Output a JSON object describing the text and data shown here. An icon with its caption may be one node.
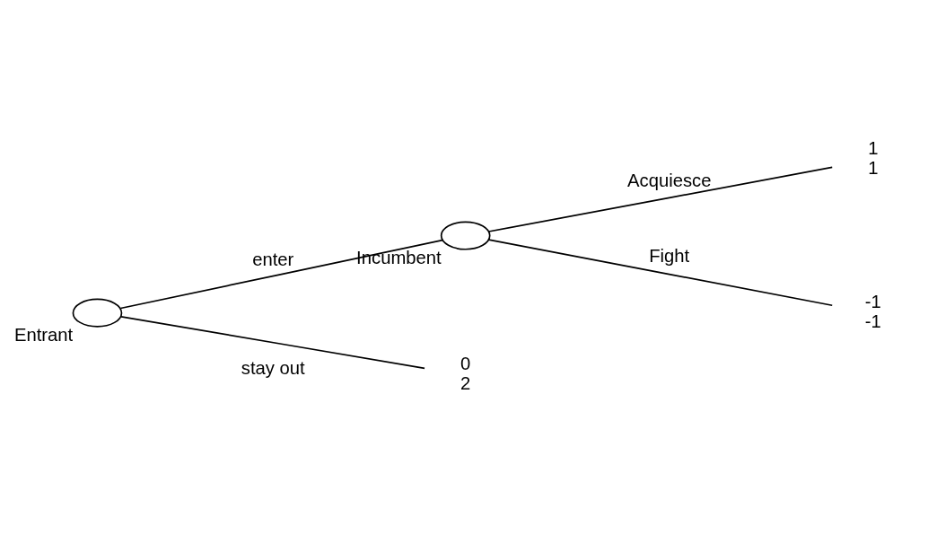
{
  "diagram": {
    "nodes": [
      {
        "text": [],
        "shape": "circle",
        "beside": [
          "Entrant"
        ]
      },
      {
        "text": [],
        "shape": "circle",
        "beside": [
          "Incumbent"
        ]
      },
      {
        "text": [
          "1",
          "1"
        ]
      },
      {
        "text": [
          "-1",
          "-1"
        ]
      },
      {
        "text": [
          "0",
          "2"
        ]
      }
    ],
    "edges": [
      {
        "from": 0,
        "to": 1,
        "arrow": "none",
        "label": "enter"
      },
      {
        "from": 1,
        "to": 2,
        "arrow": "none",
        "label": "Acquiesce"
      },
      {
        "from": 1,
        "to": 3,
        "arrow": "none",
        "label": "Fight"
      },
      {
        "from": 0,
        "to": 4,
        "arrow": "none",
        "label": "stay out"
      }
    ]
  }
}
